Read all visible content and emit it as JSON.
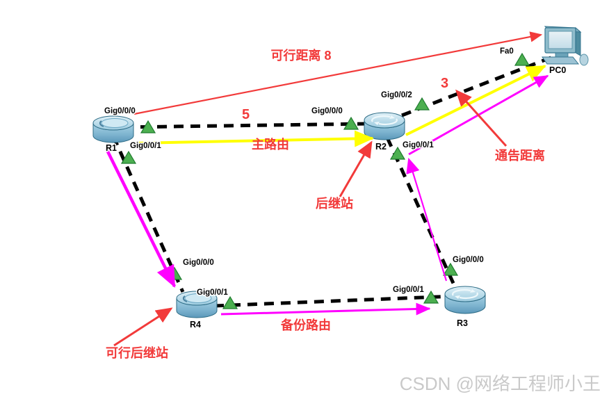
{
  "colors": {
    "red": "#f23a3a",
    "yellow": "#ffff00",
    "magenta": "#ff00ff",
    "link_black": "#000000",
    "triangle_green": "#4caf50",
    "watermark_gray": "#c9c9c9"
  },
  "devices": {
    "r1": {
      "name": "R1",
      "type": "router"
    },
    "r2": {
      "name": "R2",
      "type": "router"
    },
    "r3": {
      "name": "R3",
      "type": "router"
    },
    "r4": {
      "name": "R4",
      "type": "router"
    },
    "pc0": {
      "name": "PC0",
      "type": "pc"
    }
  },
  "interfaces": {
    "r1_gig000": "Gig0/0/0",
    "r1_gig001": "Gig0/0/1",
    "r2_gig000": "Gig0/0/0",
    "r2_gig002": "Gig0/0/2",
    "r2_gig001": "Gig0/0/1",
    "r3_gig000": "Gig0/0/0",
    "r3_gig001": "Gig0/0/1",
    "r4_gig000": "Gig0/0/0",
    "r4_gig001": "Gig0/0/1",
    "pc0_fa0": "Fa0"
  },
  "topology": {
    "links": [
      {
        "from": "R1",
        "from_if": "Gig0/0/0",
        "to": "R2",
        "to_if": "Gig0/0/0"
      },
      {
        "from": "R2",
        "from_if": "Gig0/0/2",
        "to": "PC0",
        "to_if": "Fa0"
      },
      {
        "from": "R1",
        "from_if": "Gig0/0/1",
        "to": "R4",
        "to_if": "Gig0/0/0"
      },
      {
        "from": "R4",
        "from_if": "Gig0/0/1",
        "to": "R3",
        "to_if": "Gig0/0/1"
      },
      {
        "from": "R2",
        "from_if": "Gig0/0/1",
        "to": "R3",
        "to_if": "Gig0/0/0"
      }
    ],
    "routes": [
      {
        "name": "主路由",
        "color": "yellow",
        "path": [
          "R1",
          "R2",
          "PC0"
        ]
      },
      {
        "name": "备份路由",
        "color": "magenta",
        "path": [
          "R1",
          "R4",
          "R3",
          "R2",
          "PC0"
        ]
      }
    ]
  },
  "annotations": {
    "feasible_distance": "可行距离 8",
    "metric_5": "5",
    "metric_3": "3",
    "main_route": "主路由",
    "successor": "后继站",
    "advertised_distance": "通告距离",
    "backup_route": "备份路由",
    "feasible_successor": "可行后继站"
  },
  "watermark": "CSDN @网络工程师小王"
}
